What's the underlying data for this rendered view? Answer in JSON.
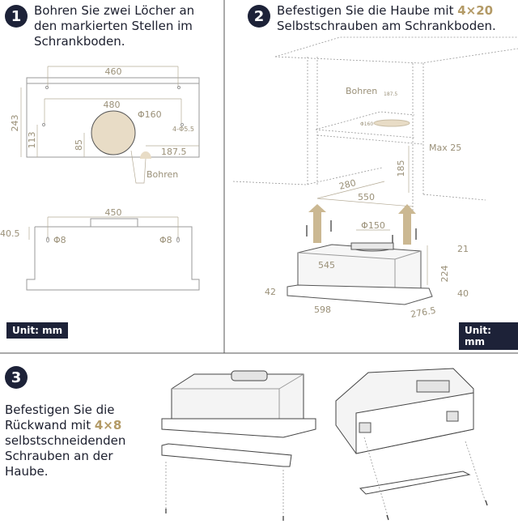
{
  "steps": [
    {
      "number": "1",
      "text": "Bohren Sie zwei Löcher an den markierten Stellen im Schrankboden."
    },
    {
      "number": "2",
      "text_before": "Befestigen Sie die Haube mit ",
      "highlight": "4×20",
      "text_after": " Selbstschrauben am Schrankboden."
    },
    {
      "number": "3",
      "text_before": "Befestigen Sie die Rückwand mit ",
      "highlight": "4×8",
      "text_after": " selbstschneidenden Schrauben an der Haube."
    }
  ],
  "unit_label": "Unit: mm",
  "step1_top": {
    "w460": "460",
    "w480": "480",
    "d160": "Φ160",
    "h243": "243",
    "h113": "113",
    "h85": "85",
    "holes": "4-Φ5.5",
    "d187": "187.5",
    "drill": "Bohren"
  },
  "step1_front": {
    "w450": "450",
    "h40": "40.5",
    "d8a": "Φ8",
    "d8b": "Φ8"
  },
  "step2": {
    "drill": "Bohren",
    "d187": "187.5",
    "d160": "Φ160",
    "max": "Max 25",
    "h185": "185",
    "w280": "280",
    "w550": "550",
    "d150": "Φ150",
    "h21": "21",
    "w545": "545",
    "h224": "224",
    "h42": "42",
    "h40": "40",
    "w598": "598",
    "d276": "276.5"
  },
  "colors": {
    "accent": "#b39a66",
    "badge": "#1d2238",
    "fill": "#e8dcc6"
  }
}
